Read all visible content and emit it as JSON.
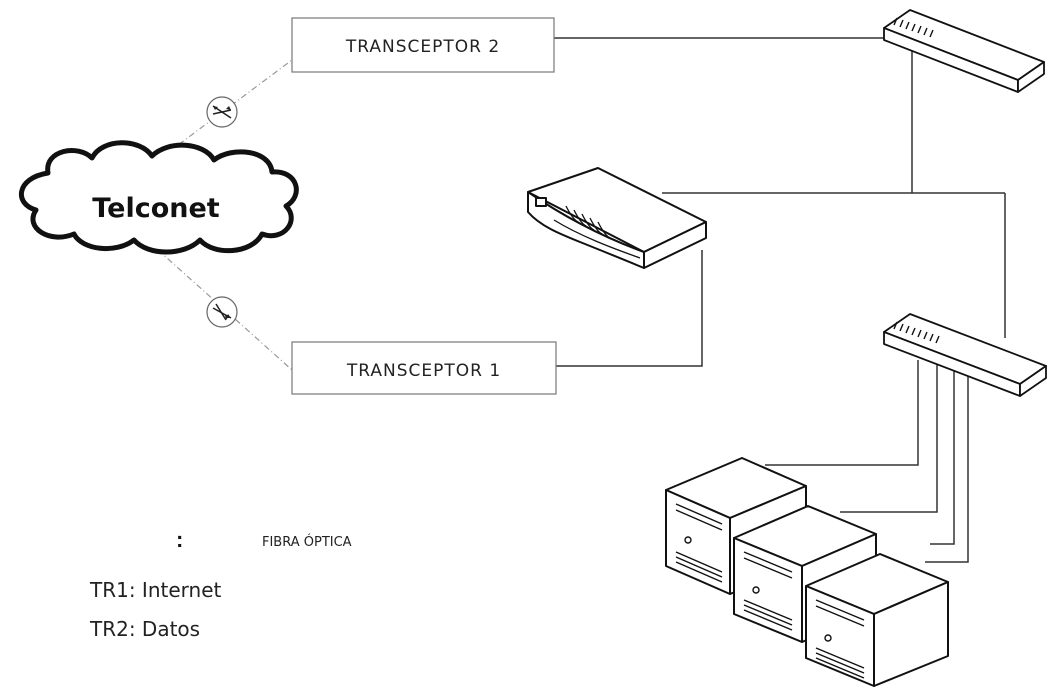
{
  "nodes": {
    "cloud": {
      "label": "Telconet"
    },
    "transceiver_2": {
      "label": "TRANSCEPTOR 2"
    },
    "transceiver_1": {
      "label": "TRANSCEPTOR 1"
    }
  },
  "legend": {
    "symbol": ":",
    "symbol_meaning": "FIBRA ÓPTICA",
    "notes": [
      "TR1: Internet",
      "TR2: Datos"
    ]
  }
}
